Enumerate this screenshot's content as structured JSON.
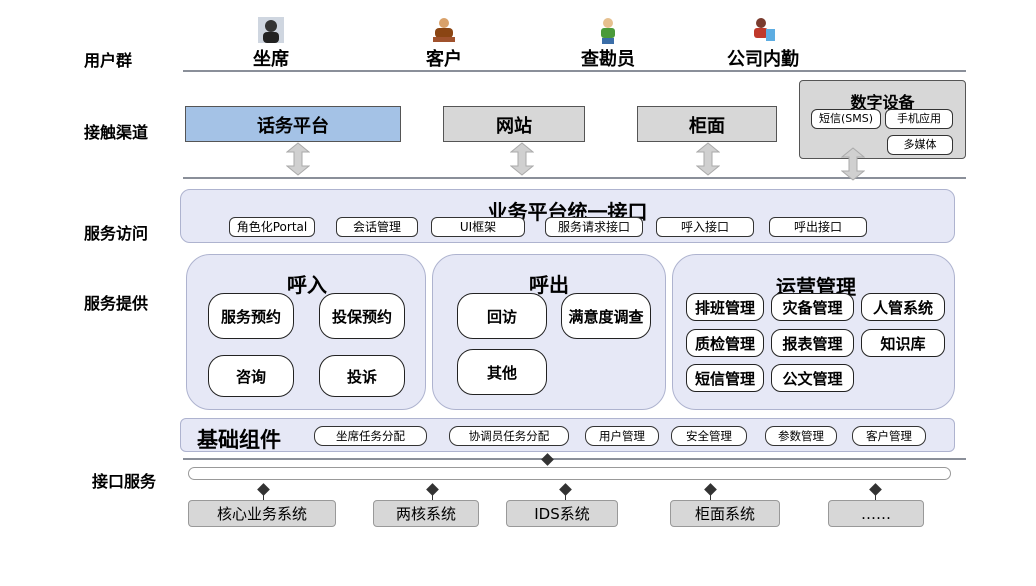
{
  "rows": {
    "users": "用户群",
    "channels": "接触渠道",
    "access": "服务访问",
    "provide": "服务提供",
    "interface": "接口服务"
  },
  "users": [
    {
      "label": "坐席",
      "icon": "agent-icon"
    },
    {
      "label": "客户",
      "icon": "customer-icon"
    },
    {
      "label": "查勘员",
      "icon": "surveyor-icon"
    },
    {
      "label": "公司内勤",
      "icon": "office-staff-icon"
    }
  ],
  "channels": {
    "call_platform": "话务平台",
    "website": "网站",
    "counter": "柜面",
    "digital": {
      "title": "数字设备",
      "sms": "短信(SMS)",
      "mobile_app": "手机应用",
      "multimedia": "多媒体"
    }
  },
  "access": {
    "title": "业务平台统一接口",
    "items": [
      "角色化Portal",
      "会话管理",
      "UI框架",
      "服务请求接口",
      "呼入接口",
      "呼出接口"
    ]
  },
  "provide": {
    "inbound": {
      "title": "呼入",
      "items": [
        "服务预约",
        "投保预约",
        "咨询",
        "投诉"
      ]
    },
    "outbound": {
      "title": "呼出",
      "items": [
        "回访",
        "满意度调查",
        "其他"
      ]
    },
    "operations": {
      "title": "运营管理",
      "items": [
        "排班管理",
        "灾备管理",
        "人管系统",
        "质检管理",
        "报表管理",
        "知识库",
        "短信管理",
        "公文管理"
      ]
    }
  },
  "base": {
    "title": "基础组件",
    "items": [
      "坐席任务分配",
      "协调员任务分配",
      "用户管理",
      "安全管理",
      "参数管理",
      "客户管理"
    ]
  },
  "systems": [
    "核心业务系统",
    "两核系统",
    "IDS系统",
    "柜面系统",
    "……"
  ],
  "colors": {
    "call_platform": "#a4c2e6",
    "panel": "#e6e8f6",
    "channel": "#d7d7d7"
  }
}
